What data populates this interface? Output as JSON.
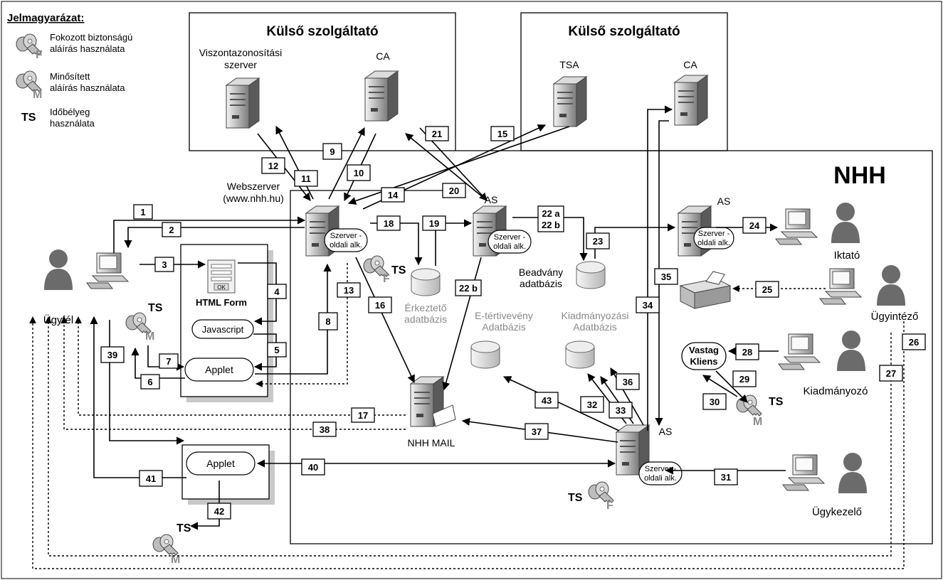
{
  "legend": {
    "title": "Jelmagyarázat:",
    "key_f_text_1": "Fokozott biztonságú",
    "key_f_text_2": "aláírás használata",
    "key_f_letter": "F",
    "key_m_text_1": "Minősített",
    "key_m_text_2": "aláírás használata",
    "key_m_letter": "M",
    "ts_symbol": "TS",
    "ts_text_1": "Időbélyeg",
    "ts_text_2": "használata"
  },
  "providers": {
    "left_title": "Külső szolgáltató",
    "right_title": "Külső szolgáltató",
    "revalidation_server_1": "Viszontazonosítási",
    "revalidation_server_2": "szerver",
    "ca_left": "CA",
    "tsa": "TSA",
    "ca_right": "CA"
  },
  "nhh": {
    "title": "NHH",
    "webserver_1": "Webszerver",
    "webserver_2": "(www.nhh.hu)",
    "as_1": "AS",
    "as_2": "AS",
    "as_3": "AS",
    "server_app_1": "Szerver -",
    "server_app_2": "oldali alk.",
    "db_incoming_1": "Érkeztető",
    "db_incoming_2": "adatbázis",
    "db_submission_1": "Beadvány",
    "db_submission_2": "adatbázis",
    "db_ereceipt_1": "E-tértivevény",
    "db_ereceipt_2": "Adatbázis",
    "db_issuing_1": "Kiadmányozási",
    "db_issuing_2": "Adatbázis",
    "mail": "NHH MAIL",
    "thick_client_1": "Vastag",
    "thick_client_2": "Kliens",
    "role_registrar": "Iktató",
    "role_case_officer": "Ügyintéző",
    "role_issuer": "Kiadmányozó",
    "role_clerk": "Ügykezelő"
  },
  "client": {
    "customer": "Ügyfél",
    "html_form": "HTML Form",
    "form_ok": "OK",
    "javascript": "Javascript",
    "applet": "Applet",
    "applet_2": "Applet"
  },
  "steps": [
    "1",
    "2",
    "3",
    "4",
    "5",
    "6",
    "7",
    "8",
    "9",
    "10",
    "11",
    "12",
    "13",
    "14",
    "15",
    "16",
    "17",
    "18",
    "19",
    "20",
    "21",
    "22 a",
    "22 b",
    "22 b",
    "23",
    "24",
    "25",
    "26",
    "27",
    "28",
    "29",
    "30",
    "31",
    "32",
    "33",
    "34",
    "35",
    "36",
    "37",
    "38",
    "39",
    "40",
    "41",
    "42",
    "43"
  ],
  "colors": {
    "line": "#000000",
    "server": "#555555",
    "db": "#cfcfcf",
    "person": "#6b6b6b",
    "shadow": "#c8c8c8",
    "muted_text": "#8a8a8a"
  }
}
